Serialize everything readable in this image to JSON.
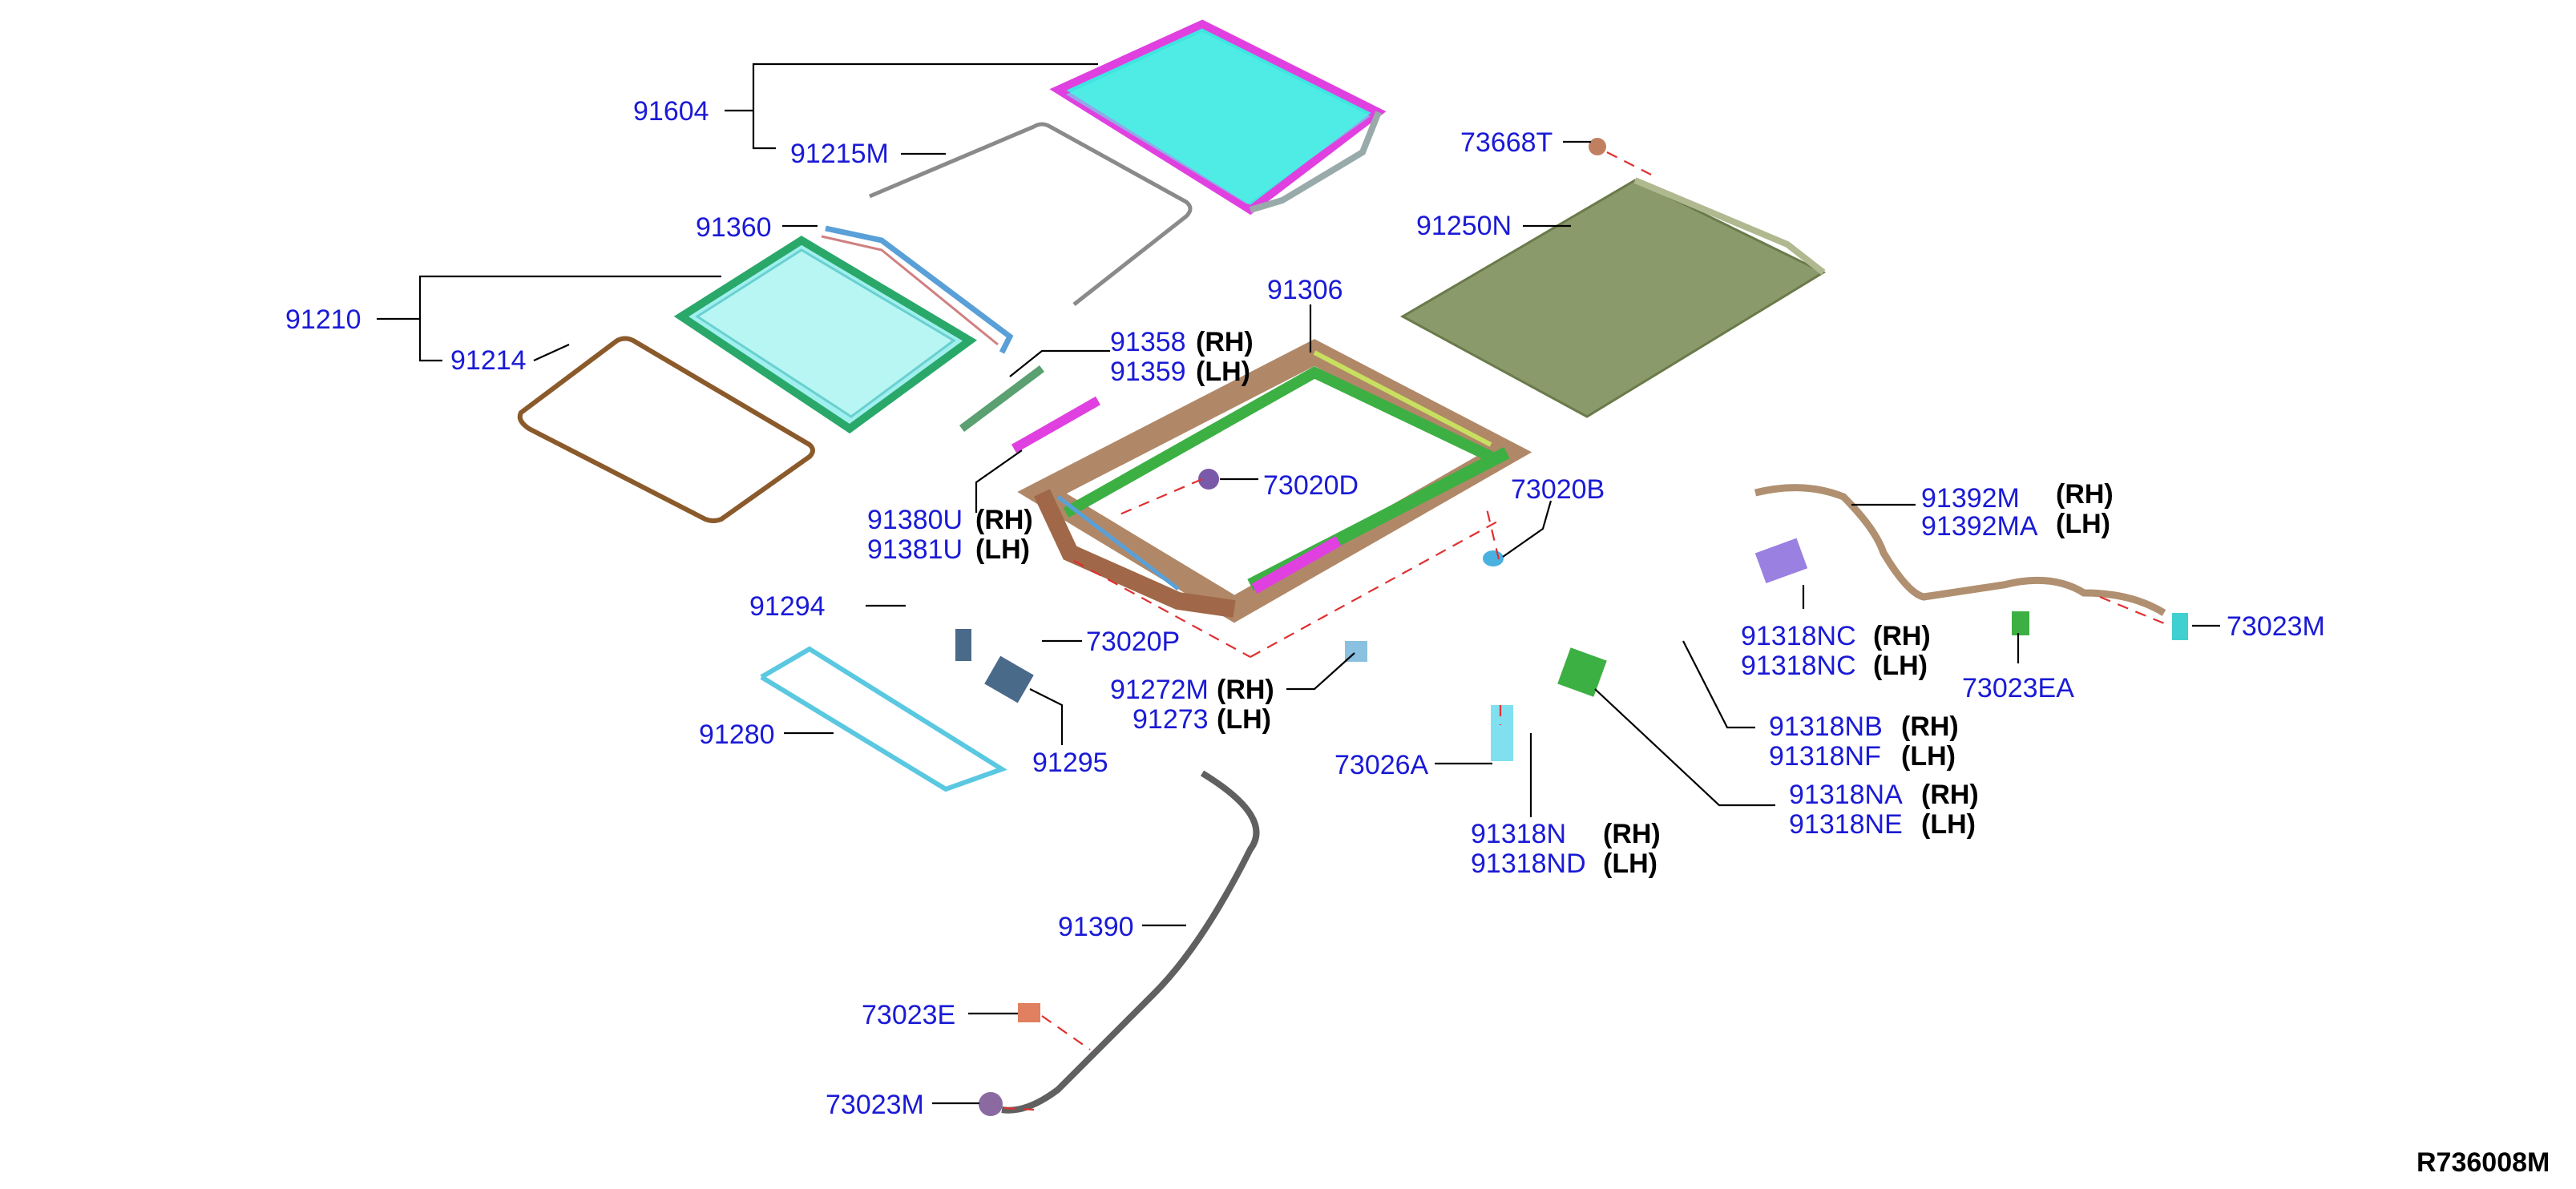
{
  "diagram": {
    "reference_code": "R736008M",
    "callouts": {
      "c91604": "91604",
      "c91215M": "91215M",
      "c73668T": "73668T",
      "c91250N": "91250N",
      "c91360": "91360",
      "c91210": "91210",
      "c91214": "91214",
      "c91306": "91306",
      "c91358": "91358",
      "c91359": "91359",
      "c73020D": "73020D",
      "c73020B": "73020B",
      "c91380U": "91380U",
      "c91381U": "91381U",
      "c91392M": "91392M",
      "c91392MA": "91392MA",
      "c91294": "91294",
      "c73020P": "73020P",
      "c73023M_right": "73023M",
      "c91318NC_top": "91318NC",
      "c91318NC": "91318NC",
      "c73023EA": "73023EA",
      "c91272M": "91272M",
      "c91273": "91273",
      "c91280": "91280",
      "c91295": "91295",
      "c91318NB": "91318NB",
      "c91318NF": "91318NF",
      "c73026A": "73026A",
      "c91318NA": "91318NA",
      "c91318NE": "91318NE",
      "c91318N": "91318N",
      "c91318ND": "91318ND",
      "c91390": "91390",
      "c73023E": "73023E",
      "c73023M_bottom": "73023M"
    },
    "sides": {
      "rh": "(RH)",
      "lh": "(LH)"
    },
    "colors": {
      "label_blue": "#1a1ad6",
      "leader": "#000000",
      "dashed_guide": "#e03030",
      "glass_cyan": "#3fe6e0",
      "trim_magenta": "#e040e0",
      "shade_olive": "#8a9a6a",
      "frame_brown": "#b08868",
      "rail_green": "#3cb043",
      "seal_brown": "#8b5a2b"
    }
  }
}
